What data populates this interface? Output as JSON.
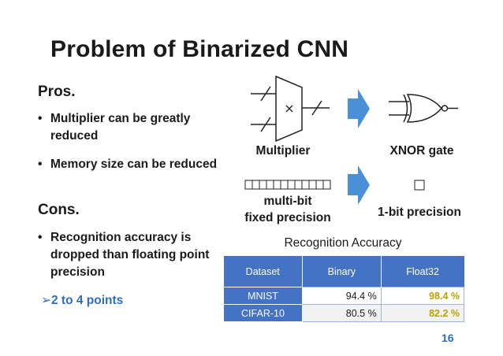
{
  "title": "Problem of Binarized CNN",
  "pros": {
    "heading": "Pros.",
    "items": [
      "Multiplier can be greatly reduced",
      "Memory size can be reduced"
    ]
  },
  "cons": {
    "heading": "Cons.",
    "items": [
      "Recognition accuracy is dropped than floating point precision"
    ],
    "sub": "➢2 to 4 points"
  },
  "bullet_char": "•",
  "multiply_symbol": "×",
  "labels": {
    "multiplier": "Multiplier",
    "xnor": "XNOR gate",
    "multibit_line1": "multi-bit",
    "multibit_line2": "fixed precision",
    "onebit": "1-bit precision"
  },
  "accuracy": {
    "caption": "Recognition Accuracy",
    "headers": [
      "Dataset",
      "Binary",
      "Float32"
    ],
    "rows": [
      {
        "dataset": "MNIST",
        "binary": "94.4 %",
        "float32": "98.4 %"
      },
      {
        "dataset": "CIFAR-10",
        "binary": "80.5 %",
        "float32": "82.2 %"
      }
    ]
  },
  "colors": {
    "arrow": "#4a90d9",
    "header_bg": "#4472c4",
    "float_text": "#b8a400",
    "accent": "#2f6eba"
  },
  "page_number": "16"
}
